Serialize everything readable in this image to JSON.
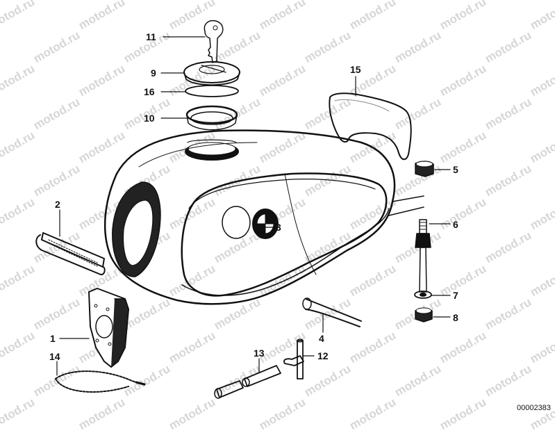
{
  "watermark": "motod.ru",
  "part_number": "00002383",
  "callouts": [
    {
      "id": "1",
      "label": "1"
    },
    {
      "id": "2",
      "label": "2"
    },
    {
      "id": "3",
      "label": "3"
    },
    {
      "id": "4",
      "label": "4"
    },
    {
      "id": "5",
      "label": "5"
    },
    {
      "id": "6",
      "label": "6"
    },
    {
      "id": "7",
      "label": "7"
    },
    {
      "id": "8",
      "label": "8"
    },
    {
      "id": "9",
      "label": "9"
    },
    {
      "id": "10",
      "label": "10"
    },
    {
      "id": "11",
      "label": "11"
    },
    {
      "id": "12",
      "label": "12"
    },
    {
      "id": "13",
      "label": "13"
    },
    {
      "id": "14",
      "label": "14"
    },
    {
      "id": "15",
      "label": "15"
    },
    {
      "id": "16",
      "label": "16"
    }
  ]
}
